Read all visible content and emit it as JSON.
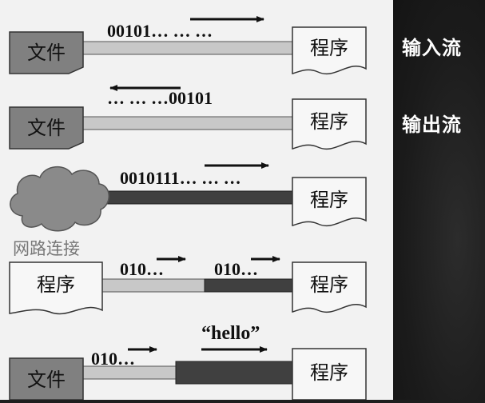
{
  "side_labels": {
    "input_stream": "输入流",
    "output_stream": "输出流"
  },
  "rows": [
    {
      "left": "文件",
      "right": "程序",
      "bits": "00101… … …"
    },
    {
      "left": "文件",
      "right": "程序",
      "bits": "… … …00101"
    },
    {
      "left": "网路连接",
      "right": "程序",
      "bits": "0010111… … …"
    },
    {
      "left": "程序",
      "right": "程序",
      "bits_a": "010…",
      "bits_b": "010…"
    },
    {
      "left": "文件",
      "right": "程序",
      "bits": "010…",
      "message": "“hello”"
    }
  ],
  "colors": {
    "panel_bg": "#f2f2f2",
    "file_box": "#808080",
    "pipe_light": "#c8c8c8",
    "pipe_dark": "#404040",
    "doc_fill": "#f7f7f7",
    "cloud": "#8a8a8a",
    "side_label": "#ffffff"
  }
}
